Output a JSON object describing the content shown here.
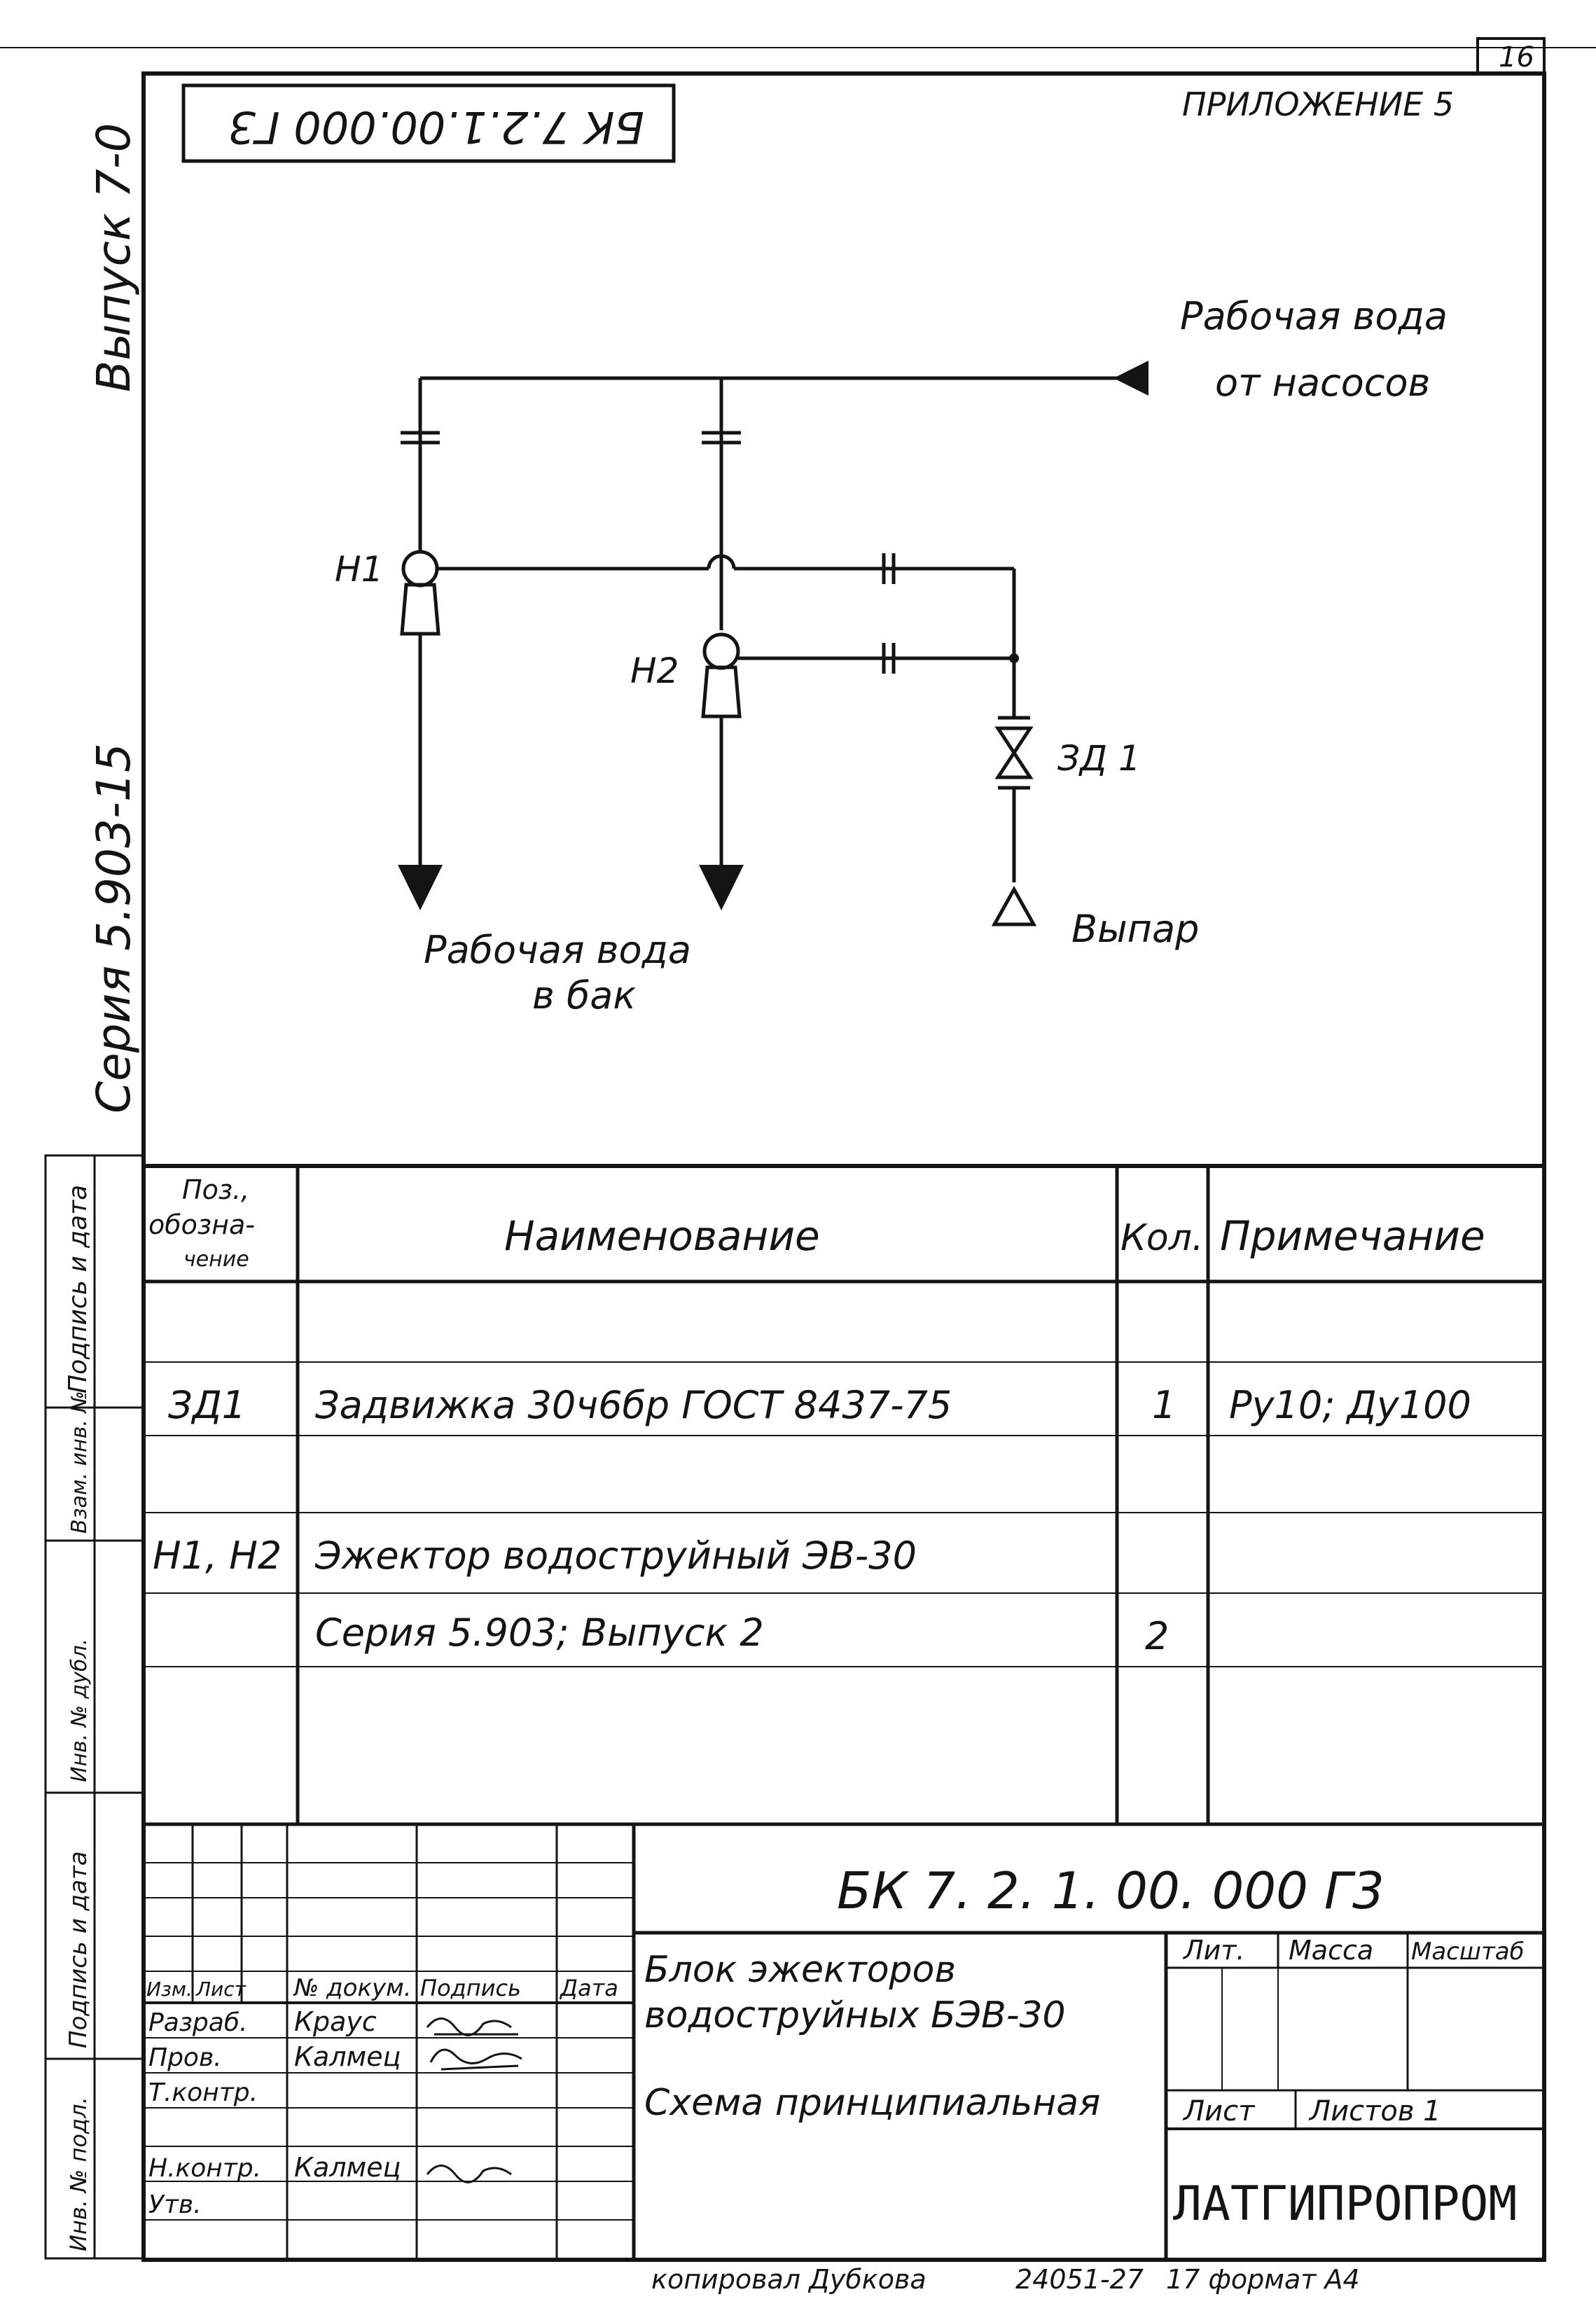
{
  "sheet": {
    "page_number": "16",
    "appendix": "ПРИЛОЖЕНИЕ 5",
    "mirrored_code": "БК 7.2.1.00.000 Г3",
    "series": "Серия 5.903-15",
    "issue": "Выпуск 7-0"
  },
  "diagram": {
    "labels": {
      "inlet_line1": "Рабочая вода",
      "inlet_line2": "от насосов",
      "h1": "Н1",
      "h2": "Н2",
      "valve": "ЗД 1",
      "outlet_line1": "Рабочая вода",
      "outlet_line2": "в бак",
      "exhaust": "Выпар"
    }
  },
  "spec_table": {
    "headers": {
      "pos_line1": "Поз.,",
      "pos_line2": "обозна-",
      "pos_line3": "чение",
      "name": "Наименование",
      "qty": "Кол.",
      "note": "Примечание"
    },
    "rows": [
      {
        "pos": "ЗД1",
        "name": "Задвижка 30ч6бр  ГОСТ 8437-75",
        "qty": "1",
        "note": "Ру10; Ду100"
      },
      {
        "pos": "Н1, Н2",
        "name": "Эжектор водоструйный ЭВ-30",
        "qty": "",
        "note": ""
      },
      {
        "pos": "",
        "name": "Серия 5.903; Выпуск 2",
        "qty": "2",
        "note": ""
      }
    ]
  },
  "side_stamp": {
    "labels": [
      "Подпись и дата",
      "Взам. инв. №",
      "Инв. № дубл.",
      "Подпись и дата",
      "Инв. № подл."
    ]
  },
  "title_block": {
    "doc_code": "БК 7. 2. 1. 00. 000 Г3",
    "title_line1": "Блок  эжекторов",
    "title_line2": "водоструйных БЭВ-30",
    "subtitle": "Схема  принципиальная",
    "col_headers": [
      "Изм.",
      "Лист",
      "№ докум.",
      "Подпись",
      "Дата"
    ],
    "roles": [
      "Разраб.",
      "Пров.",
      "Т.контр.",
      "",
      "Н.контр.",
      "Утв."
    ],
    "names": [
      "Краус",
      "Калмец",
      "",
      "",
      "Калмец",
      ""
    ],
    "lit": "Лит.",
    "mass": "Масса",
    "scale": "Масштаб",
    "sheet": "Лист",
    "sheets": "Листов 1",
    "org": "ЛАТГИПРОПРОМ"
  },
  "footer": {
    "copied": "копировал  Дубкова",
    "order": "24051-27",
    "format": "17 формат А4"
  }
}
